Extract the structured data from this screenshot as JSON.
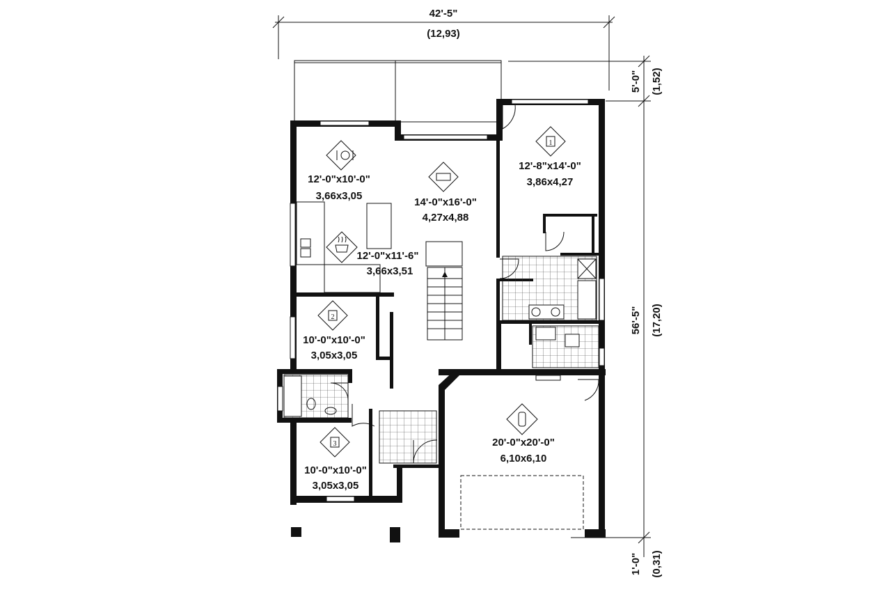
{
  "dimensions": {
    "overall_width_imperial": "42'-5\"",
    "overall_width_metric": "(12,93)",
    "overall_depth_imperial": "56'-5\"",
    "overall_depth_metric": "(17,20)",
    "porch_depth_imperial": "5'-0\"",
    "porch_depth_metric": "(1,52)",
    "front_offset_imperial": "1'-0\"",
    "front_offset_metric": "(0,31)"
  },
  "rooms": {
    "dining": {
      "size_imperial": "12'-0\"x10'-0\"",
      "size_metric": "3,66x3,05",
      "icon": "dining-icon"
    },
    "living": {
      "size_imperial": "14'-0\"x16'-0\"",
      "size_metric": "4,27x4,88",
      "icon": "sofa-icon"
    },
    "kitchen": {
      "size_imperial": "12'-0\"x11'-6\"",
      "size_metric": "3,66x3,51",
      "icon": "cooking-pot-icon"
    },
    "master_bedroom": {
      "size_imperial": "12'-8\"x14'-0\"",
      "size_metric": "3,86x4,27",
      "icon": "bed-icon",
      "number": "1"
    },
    "bedroom_2": {
      "size_imperial": "10'-0\"x10'-0\"",
      "size_metric": "3,05x3,05",
      "icon": "bed-icon",
      "number": "2"
    },
    "bedroom_3": {
      "size_imperial": "10'-0\"x10'-0\"",
      "size_metric": "3,05x3,05",
      "icon": "bed-icon",
      "number": "3"
    },
    "garage": {
      "size_imperial": "20'-0\"x20'-0\"",
      "size_metric": "6,10x6,10",
      "icon": "car-icon"
    }
  },
  "colors": {
    "wall": "#111111",
    "background": "#ffffff"
  }
}
